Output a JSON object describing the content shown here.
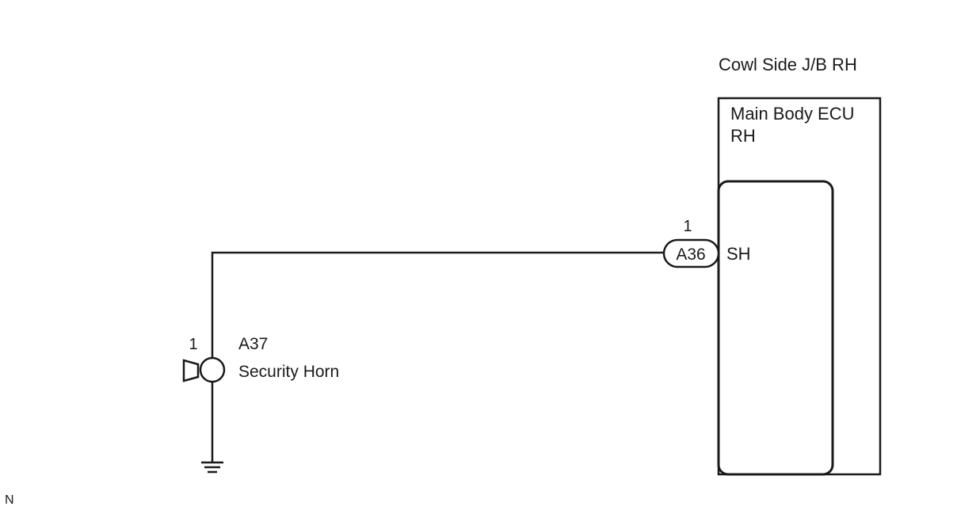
{
  "junction_block": {
    "title": "Cowl Side J/B RH"
  },
  "ecu": {
    "name_line1": "Main Body ECU",
    "name_line2": "RH",
    "terminal_name": "SH"
  },
  "connector_a36": {
    "code": "A36",
    "pin": "1"
  },
  "horn": {
    "connector_code": "A37",
    "name": "Security Horn",
    "pin": "1"
  },
  "footer": {
    "mark": "N"
  }
}
